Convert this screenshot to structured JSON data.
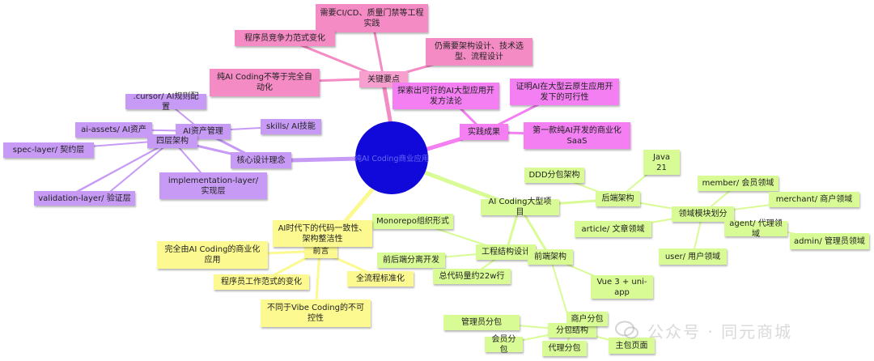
{
  "center": "纯AI Coding商业应用",
  "branches": {
    "key_points": {
      "label": "关键要点",
      "children": [
        "需要CI/CD、质量门禁等工程实践",
        "程序员竞争力范式变化",
        "仍需要架构设计、技术选型、流程设计",
        "纯AI Coding不等于完全自动化"
      ]
    },
    "achievements": {
      "label": "实践成果",
      "children": [
        "探索出可行的AI大型应用开发方法论",
        "证明AI在大型云原生应用开发下的可行性",
        "第一款纯AI开发的商业化SaaS"
      ]
    },
    "core_design": {
      "label": "核心设计理念",
      "asset_mgmt": {
        "label": "AI资产管理",
        "children": [
          ".cursor/ AI规则配置",
          "ai-assets/ AI资产",
          "skills/ AI技能"
        ]
      },
      "four_layer": {
        "label": "四层架构",
        "children": [
          "spec-layer/ 契约层",
          "implementation-layer/ 实现层",
          "validation-layer/ 验证层"
        ]
      }
    },
    "project": {
      "label": "AI Coding大型项目",
      "backend": {
        "label": "后端架构",
        "children": [
          "DDD分包架构",
          "Java 21"
        ],
        "domains": {
          "label": "领域模块划分",
          "children": [
            "member/ 会员领域",
            "merchant/ 商户领域",
            "agent/ 代理领域",
            "admin/ 管理员领域",
            "article/ 文章领域",
            "user/ 用户领域"
          ]
        }
      },
      "structure": {
        "label": "工程结构设计",
        "children": [
          "Monorepo组织形式",
          "前后端分离开发",
          "总代码量约22w行"
        ]
      },
      "frontend": {
        "label": "前端架构",
        "children": [
          "Vue 3 + uni-app"
        ],
        "packages": {
          "label": "分包结构",
          "children": [
            "管理员分包",
            "商户分包",
            "会员分包",
            "代理分包",
            "主包页面"
          ]
        }
      }
    },
    "preface": {
      "label": "前言",
      "children": [
        "AI时代下的代码一致性、架构整洁性",
        "完全由AI Coding的商业化应用",
        "程序员工作范式的变化",
        "全流程标准化",
        "不同于Vibe Coding的不可控性"
      ]
    }
  },
  "colors": {
    "key_points": "#f48bc4",
    "achievements": "#f37ff2",
    "core_design": "#c79bf5",
    "project": "#d8fb95",
    "preface": "#fbf98f",
    "center": "#1109d9"
  },
  "watermark": "公众号 · 同元商城"
}
